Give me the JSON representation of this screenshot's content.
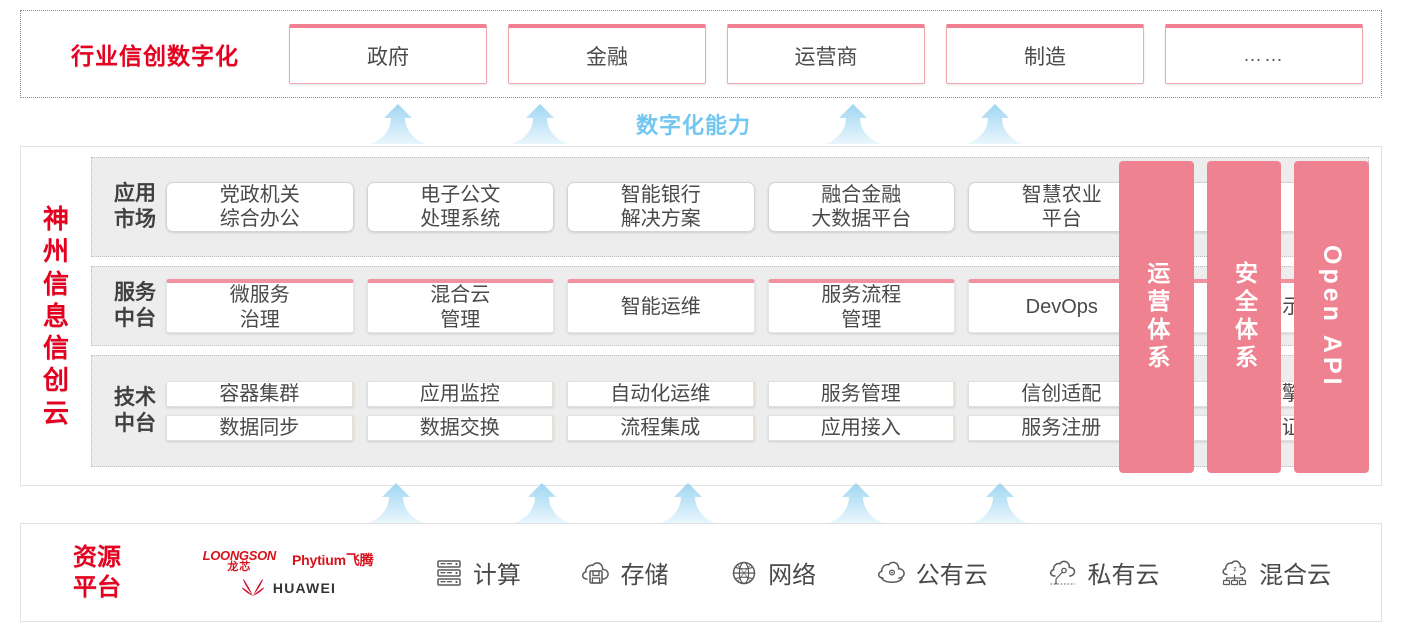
{
  "industry": {
    "title": "行业信创数字化",
    "cells": [
      {
        "label": "政府",
        "name": "industry-cell-government"
      },
      {
        "label": "金融",
        "name": "industry-cell-finance"
      },
      {
        "label": "运营商",
        "name": "industry-cell-carrier"
      },
      {
        "label": "制造",
        "name": "industry-cell-manufacturing"
      },
      {
        "label": "……",
        "name": "industry-cell-more"
      }
    ]
  },
  "capability": {
    "label": "数字化能力",
    "arrow_color": "#bfe3f7",
    "arrow_count": 4
  },
  "cloud": {
    "title": [
      "神",
      "州",
      "信",
      "息",
      "信",
      "创",
      "云"
    ],
    "title_text": "神州信息信创云",
    "layers": [
      {
        "name": "application-market",
        "label": [
          "应用",
          "市场"
        ],
        "label_text": "应用市场",
        "cells": [
          {
            "lines": [
              "党政机关",
              "综合办公"
            ]
          },
          {
            "lines": [
              "电子公文",
              "处理系统"
            ]
          },
          {
            "lines": [
              "智能银行",
              "解决方案"
            ]
          },
          {
            "lines": [
              "融合金融",
              "大数据平台"
            ]
          },
          {
            "lines": [
              "智慧农业",
              "平台"
            ]
          },
          {
            "lines": [
              "……"
            ],
            "dots": true
          }
        ]
      },
      {
        "name": "service-platform",
        "label": [
          "服务",
          "中台"
        ],
        "label_text": "服务中台",
        "cells": [
          {
            "lines": [
              "微服务",
              "治理"
            ]
          },
          {
            "lines": [
              "混合云",
              "管理"
            ]
          },
          {
            "lines": [
              "智能运维"
            ]
          },
          {
            "lines": [
              "服务流程",
              "管理"
            ]
          },
          {
            "lines": [
              "DevOps"
            ]
          },
          {
            "lines": [
              "大屏展示"
            ]
          }
        ]
      },
      {
        "name": "technology-platform",
        "label": [
          "技术",
          "中台"
        ],
        "label_text": "技术中台",
        "rows": [
          [
            "容器集群",
            "应用监控",
            "自动化运维",
            "服务管理",
            "信创适配",
            "流程引擎"
          ],
          [
            "数据同步",
            "数据交换",
            "流程集成",
            "应用接入",
            "服务注册",
            "统一认证"
          ]
        ]
      }
    ],
    "pillars": [
      {
        "name": "pillar-operations",
        "text": "运营体系",
        "latin": false
      },
      {
        "name": "pillar-security",
        "text": "安全体系",
        "latin": false
      },
      {
        "name": "pillar-open-api",
        "text": "Open API",
        "latin": true
      }
    ],
    "pillar_color": "#ef8290"
  },
  "bottom_arrows": {
    "count": 5,
    "color": "#bfe3f7"
  },
  "resource": {
    "title": [
      "资源",
      "平台"
    ],
    "title_text": "资源平台",
    "vendors": [
      {
        "name": "loongson-logo",
        "en": "LOONGSON",
        "cn": "龙芯"
      },
      {
        "name": "phytium-logo",
        "text": "Phytium飞腾"
      },
      {
        "name": "huawei-logo",
        "text": "HUAWEI"
      }
    ],
    "items": [
      {
        "label": "计算",
        "icon": "server-icon"
      },
      {
        "label": "存储",
        "icon": "storage-cloud-icon"
      },
      {
        "label": "网络",
        "icon": "network-globe-icon"
      },
      {
        "label": "公有云",
        "icon": "public-cloud-icon"
      },
      {
        "label": "私有云",
        "icon": "private-cloud-icon"
      },
      {
        "label": "混合云",
        "icon": "hybrid-cloud-icon"
      }
    ]
  },
  "colors": {
    "brand_red": "#e60020",
    "pink": "#ef8290",
    "pink_border": "#f4919f",
    "sky_blue": "#72c6f0",
    "arrow_blue": "#bfe3f7",
    "layer_bg": "#ededed"
  }
}
